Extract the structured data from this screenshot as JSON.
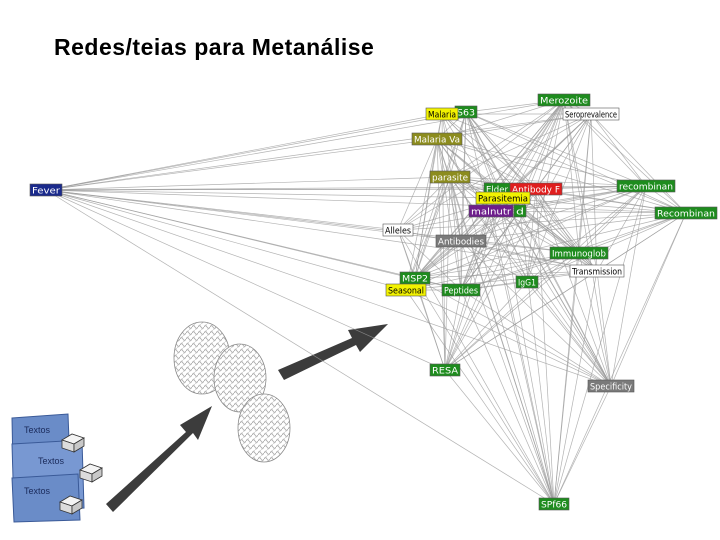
{
  "title": "Redes/teias para Metanálise",
  "documents": [
    {
      "label": "Textos"
    },
    {
      "label": "Textos"
    },
    {
      "label": "Textos"
    }
  ],
  "network": {
    "nodes": [
      {
        "id": "fever",
        "label": "Fever",
        "color": "#1a2a8c",
        "text": "#ffffff"
      },
      {
        "id": "merozoite",
        "label": "Merozoite",
        "color": "#1e8c1e",
        "text": "#ffffff"
      },
      {
        "id": "seroprev",
        "label": "Seroprevalence",
        "color": "#ffffff",
        "text": "#000000"
      },
      {
        "id": "s63",
        "label": "S63",
        "color": "#1e8c1e",
        "text": "#ffffff"
      },
      {
        "id": "malaria",
        "label": "Malaria",
        "color": "#f2f200",
        "text": "#000000"
      },
      {
        "id": "malariava",
        "label": "Malaria Va",
        "color": "#8c8c1e",
        "text": "#ffffff"
      },
      {
        "id": "parasite",
        "label": "parasite",
        "color": "#8c8c1e",
        "text": "#ffffff"
      },
      {
        "id": "elder",
        "label": "Elder",
        "color": "#1e8c1e",
        "text": "#ffffff"
      },
      {
        "id": "antibodyf",
        "label": "Antibody F",
        "color": "#e01e1e",
        "text": "#ffffff"
      },
      {
        "id": "parasitemia",
        "label": "Parasitemia",
        "color": "#f2f200",
        "text": "#000000"
      },
      {
        "id": "malnutr",
        "label": "malnutr",
        "color": "#6e1e8c",
        "text": "#ffffff"
      },
      {
        "id": "d",
        "label": "d",
        "color": "#1e8c1e",
        "text": "#ffffff"
      },
      {
        "id": "recombinan",
        "label": "recombinan",
        "color": "#1e8c1e",
        "text": "#ffffff"
      },
      {
        "id": "recombinan2",
        "label": "Recombinan",
        "color": "#1e8c1e",
        "text": "#ffffff"
      },
      {
        "id": "alleles",
        "label": "Alleles",
        "color": "#ffffff",
        "text": "#000000"
      },
      {
        "id": "antibodies",
        "label": "Antibodies",
        "color": "#7a7a7a",
        "text": "#ffffff"
      },
      {
        "id": "immunoglob",
        "label": "Immunoglob",
        "color": "#1e8c1e",
        "text": "#ffffff"
      },
      {
        "id": "transmiss",
        "label": "Transmission",
        "color": "#ffffff",
        "text": "#000000"
      },
      {
        "id": "msp2",
        "label": "MSP2",
        "color": "#1e8c1e",
        "text": "#ffffff"
      },
      {
        "id": "seasonal",
        "label": "Seasonal",
        "color": "#f2f200",
        "text": "#000000"
      },
      {
        "id": "peptides",
        "label": "Peptides",
        "color": "#1e8c1e",
        "text": "#ffffff"
      },
      {
        "id": "igg1",
        "label": "IgG1",
        "color": "#1e8c1e",
        "text": "#ffffff"
      },
      {
        "id": "resa",
        "label": "RESA",
        "color": "#1e8c1e",
        "text": "#ffffff"
      },
      {
        "id": "specificit",
        "label": "Specificity",
        "color": "#7a7a7a",
        "text": "#ffffff"
      },
      {
        "id": "spf66",
        "label": "SPf66",
        "color": "#1e8c1e",
        "text": "#ffffff"
      }
    ]
  },
  "colors": {
    "edge": "#9a9a9a",
    "arrow": "#3c3c3c",
    "doc": "#6a8cc8"
  }
}
